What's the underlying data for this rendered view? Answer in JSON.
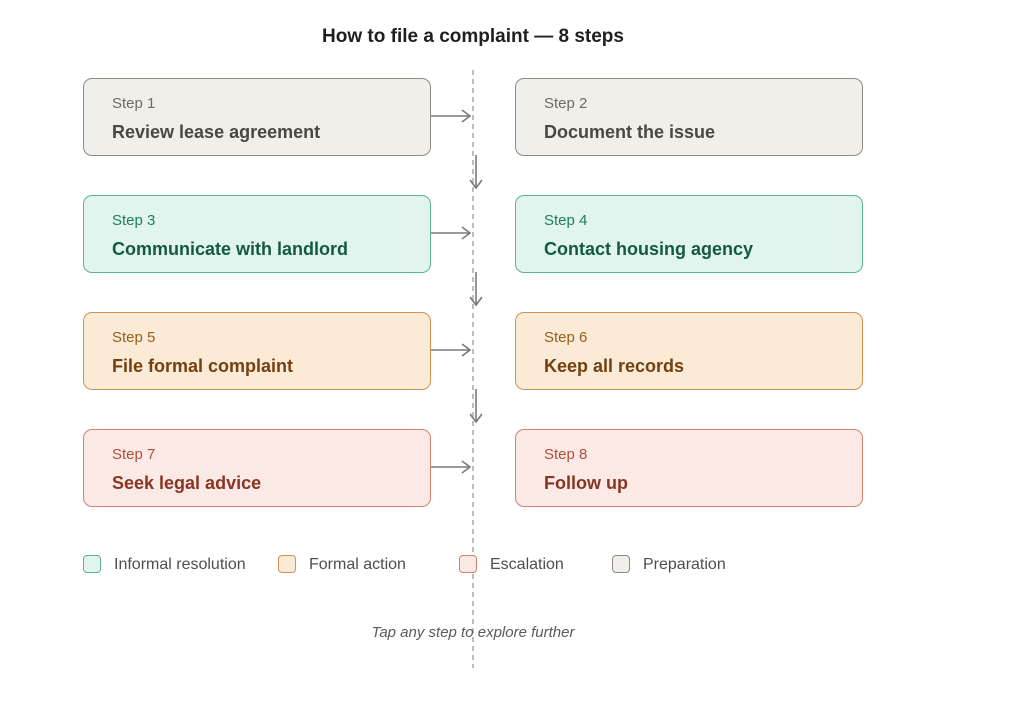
{
  "title": "How to file a complaint — 8 steps",
  "colors": {
    "informal": "#e2f4ee",
    "formal": "#fbead5",
    "escalation": "#fae9e5",
    "preparation": "#f1efe9",
    "connector": "#7a7a7a",
    "divider": "#bdbdbd"
  },
  "steps": [
    {
      "number": "Step 1",
      "label": "Review lease agreement",
      "category": "preparation"
    },
    {
      "number": "Step 2",
      "label": "Document the issue",
      "category": "preparation"
    },
    {
      "number": "Step 3",
      "label": "Communicate with landlord",
      "category": "informal"
    },
    {
      "number": "Step 4",
      "label": "Contact housing agency",
      "category": "informal"
    },
    {
      "number": "Step 5",
      "label": "File formal complaint",
      "category": "formal"
    },
    {
      "number": "Step 6",
      "label": "Keep all records",
      "category": "formal"
    },
    {
      "number": "Step 7",
      "label": "Seek legal advice",
      "category": "escalation"
    },
    {
      "number": "Step 8",
      "label": "Follow up",
      "category": "escalation"
    }
  ],
  "legend": [
    {
      "label": "Informal resolution",
      "category": "informal"
    },
    {
      "label": "Formal action",
      "category": "formal"
    },
    {
      "label": "Escalation",
      "category": "escalation"
    },
    {
      "label": "Preparation",
      "category": "preparation"
    }
  ],
  "hint": "Tap any step to explore further"
}
